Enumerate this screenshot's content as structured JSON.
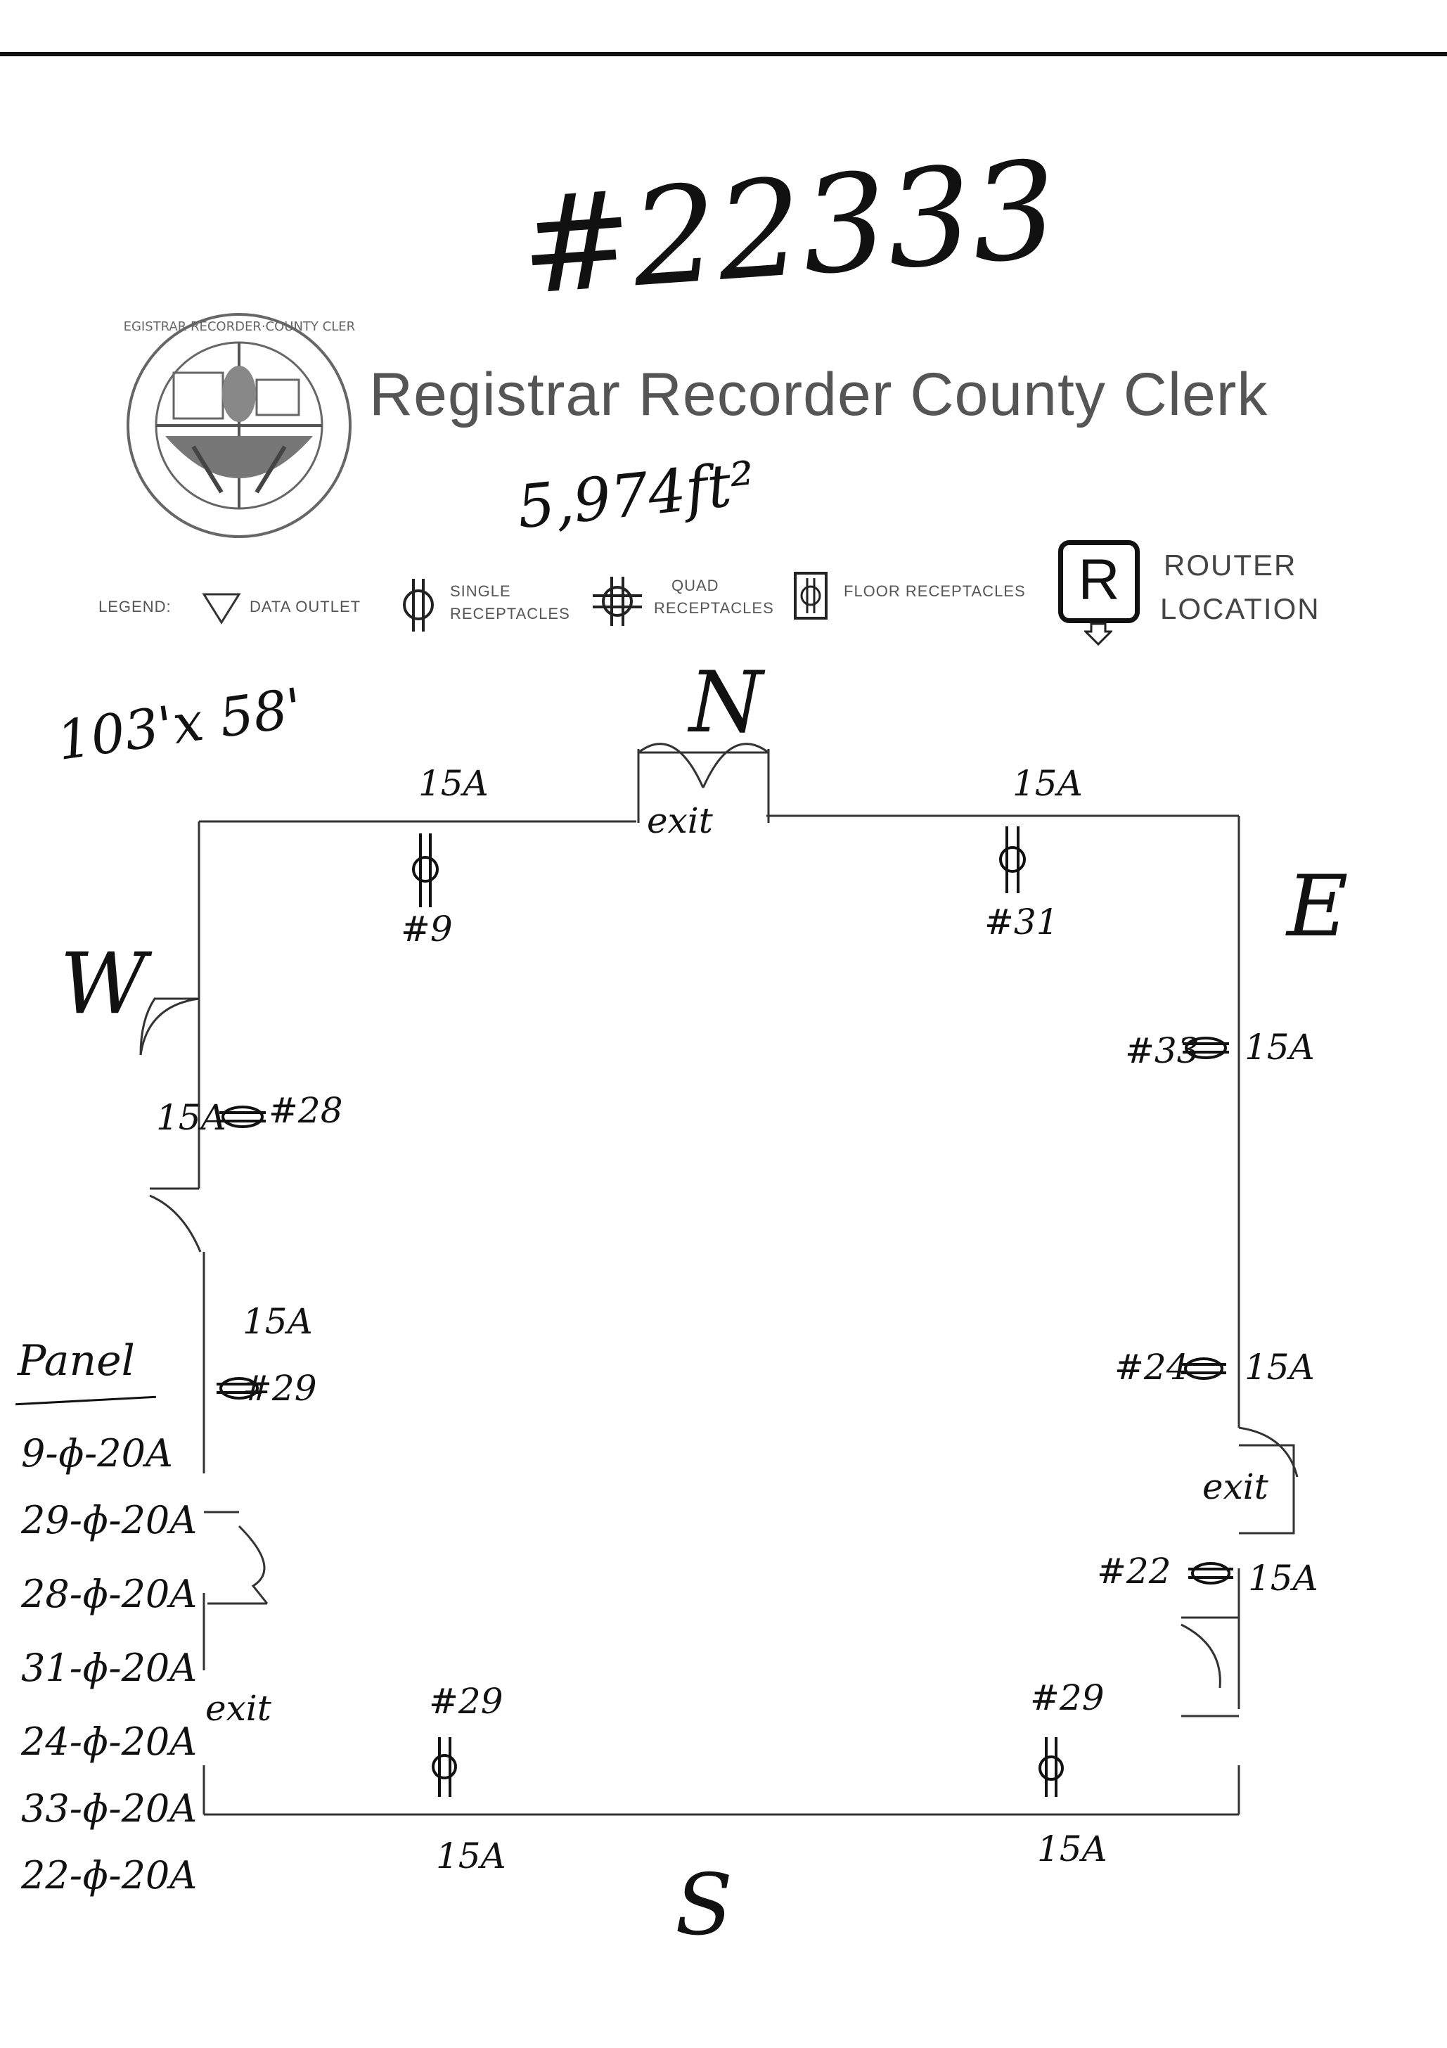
{
  "header": {
    "job_number": "#22333",
    "agency": "Registrar Recorder County Clerk",
    "area": "5,974ft²"
  },
  "legend": {
    "label": "LEGEND:",
    "data_outlet": "DATA OUTLET",
    "single_receptacles": [
      "SINGLE",
      "RECEPTACLES"
    ],
    "quad_receptacles": [
      "QUAD",
      "RECEPTACLES"
    ],
    "floor_receptacles": "FLOOR RECEPTACLES",
    "router_symbol": "R",
    "router_location": [
      "ROUTER",
      "LOCATION"
    ]
  },
  "floor_plan": {
    "dimensions": "103'x 58'",
    "compass": {
      "north": "N",
      "south": "S",
      "east": "E",
      "west": "W"
    },
    "exits": [
      "exit",
      "exit",
      "exit"
    ],
    "north_wall": {
      "left_amp": "15A",
      "left_circuit": "#9",
      "right_amp": "15A",
      "right_circuit": "#31"
    },
    "west_wall": {
      "upper_amp": "15A",
      "upper_circuit": "#28",
      "lower_amp": "15A",
      "lower_circuit": "#29"
    },
    "east_wall": {
      "upper_circuit": "#33",
      "upper_amp": "15A",
      "middle_circuit": "#24",
      "middle_amp": "15A",
      "lower_circuit": "#22",
      "lower_amp": "15A"
    },
    "south_wall": {
      "left_circuit": "#29",
      "left_amp": "15A",
      "right_circuit": "#29",
      "right_amp": "15A"
    }
  },
  "panel": {
    "title": "Panel",
    "circuits": [
      "9-ɸ-20A",
      "29-ɸ-20A",
      "28-ɸ-20A",
      "31-ɸ-20A",
      "24-ɸ-20A",
      "33-ɸ-20A",
      "22-ɸ-20A"
    ]
  }
}
